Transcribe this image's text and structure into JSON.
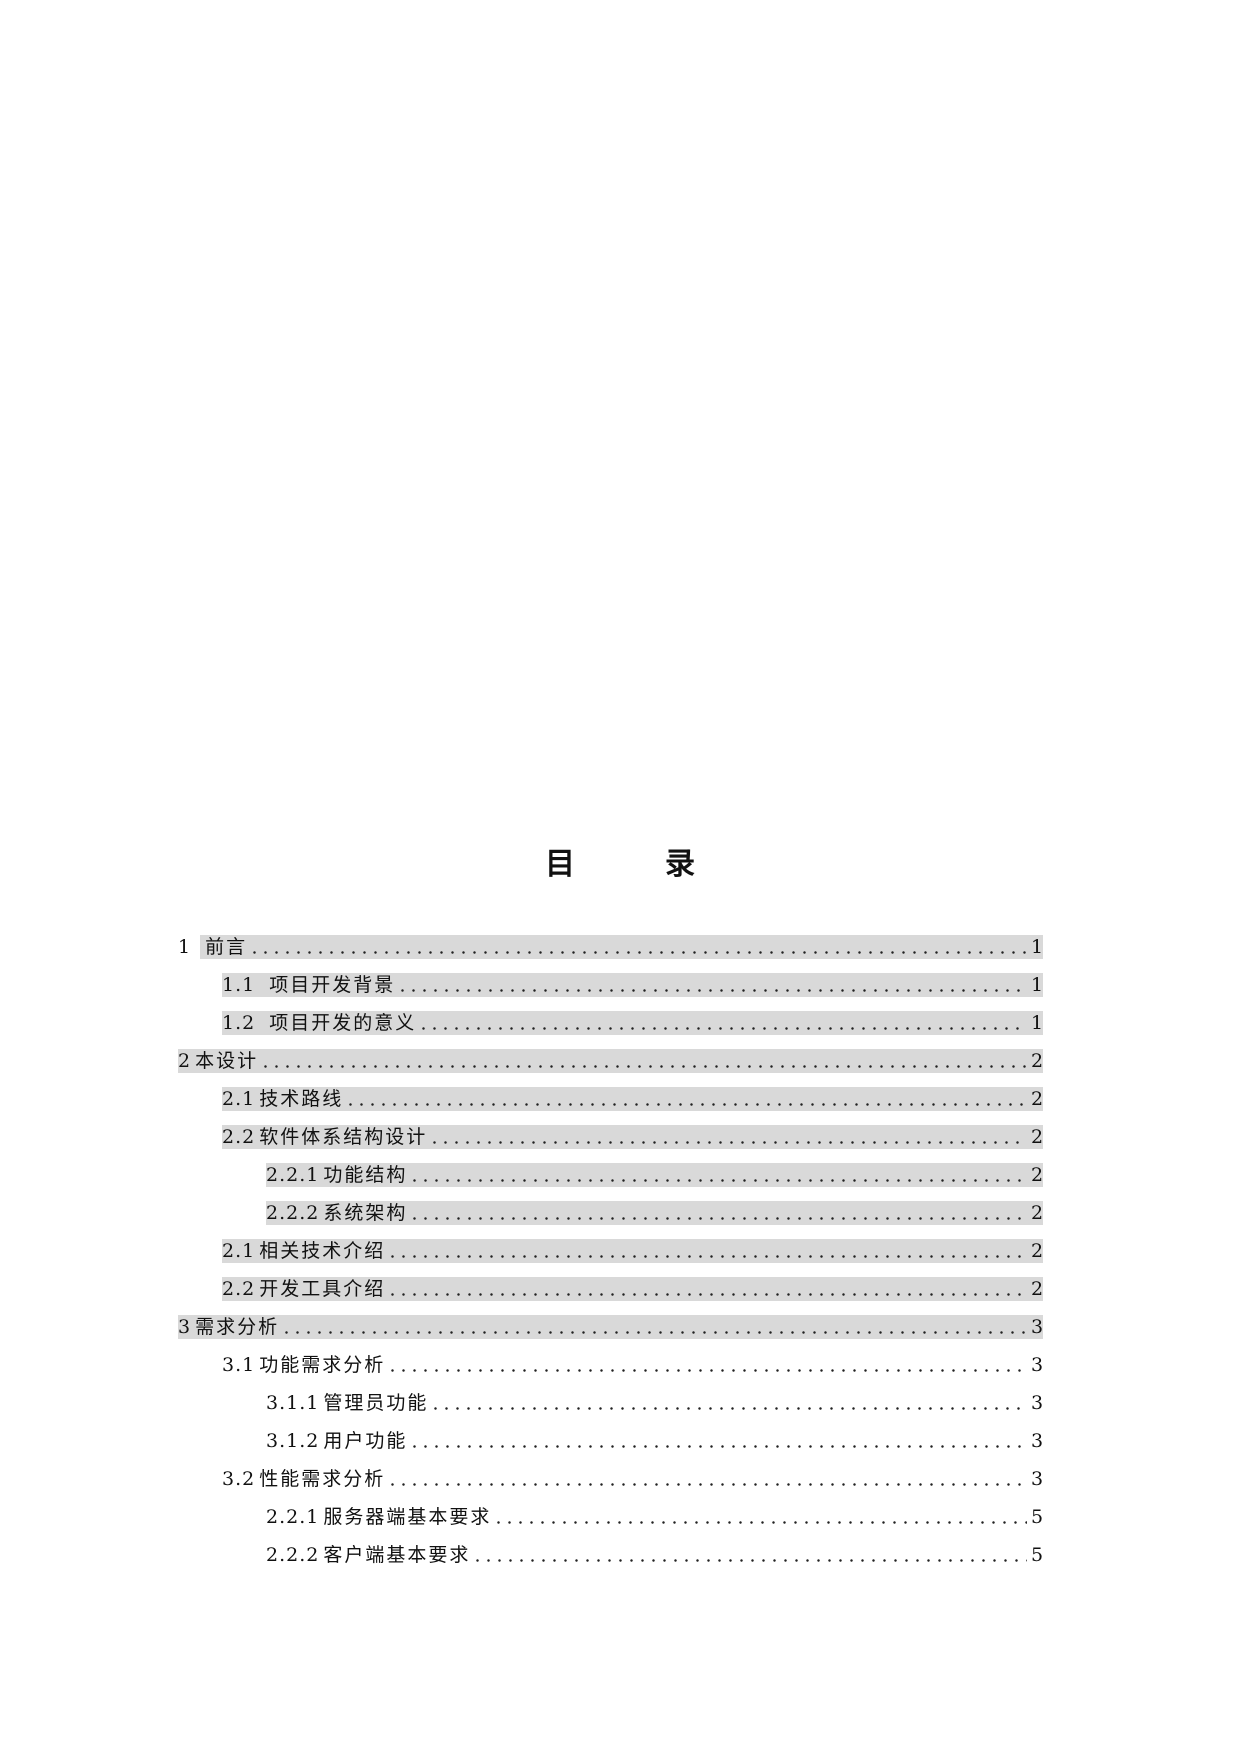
{
  "document": {
    "title": "目　录"
  },
  "toc": {
    "highlight_color": "#d9d9d9",
    "entries": [
      {
        "num": "1",
        "label": "前言",
        "page": "1",
        "level": 1,
        "highlighted": true
      },
      {
        "num": "1.1",
        "label": "项目开发背景",
        "page": "1",
        "level": 2,
        "highlighted": true
      },
      {
        "num": "1.2",
        "label": "项目开发的意义",
        "page": "1",
        "level": 2,
        "highlighted": true
      },
      {
        "num": "2",
        "label": "本设计",
        "page": "2",
        "level": 1,
        "highlighted": true
      },
      {
        "num": "2.1",
        "label": "技术路线",
        "page": "2",
        "level": 2,
        "highlighted": true
      },
      {
        "num": "2.2",
        "label": "软件体系结构设计",
        "page": "2",
        "level": 2,
        "highlighted": true
      },
      {
        "num": "2.2.1",
        "label": "功能结构",
        "page": "2",
        "level": 3,
        "highlighted": true
      },
      {
        "num": "2.2.2",
        "label": "系统架构",
        "page": "2",
        "level": 3,
        "highlighted": true
      },
      {
        "num": "2.1",
        "label": "相关技术介绍",
        "page": "2",
        "level": 2,
        "highlighted": true
      },
      {
        "num": "2.2",
        "label": "开发工具介绍",
        "page": "2",
        "level": 2,
        "highlighted": true
      },
      {
        "num": "3",
        "label": "需求分析",
        "page": "3",
        "level": 1,
        "highlighted": true
      },
      {
        "num": "3.1",
        "label": "功能需求分析",
        "page": "3",
        "level": 2,
        "highlighted": false
      },
      {
        "num": "3.1.1",
        "label": "管理员功能",
        "page": "3",
        "level": 3,
        "highlighted": false
      },
      {
        "num": "3.1.2",
        "label": "用户功能",
        "page": "3",
        "level": 3,
        "highlighted": false
      },
      {
        "num": "3.2",
        "label": "性能需求分析",
        "page": "3",
        "level": 2,
        "highlighted": false
      },
      {
        "num": "2.2.1",
        "label": "服务器端基本要求",
        "page": "5",
        "level": 3,
        "highlighted": false
      },
      {
        "num": "2.2.2",
        "label": "客户端基本要求",
        "page": "5",
        "level": 3,
        "highlighted": false
      }
    ]
  }
}
